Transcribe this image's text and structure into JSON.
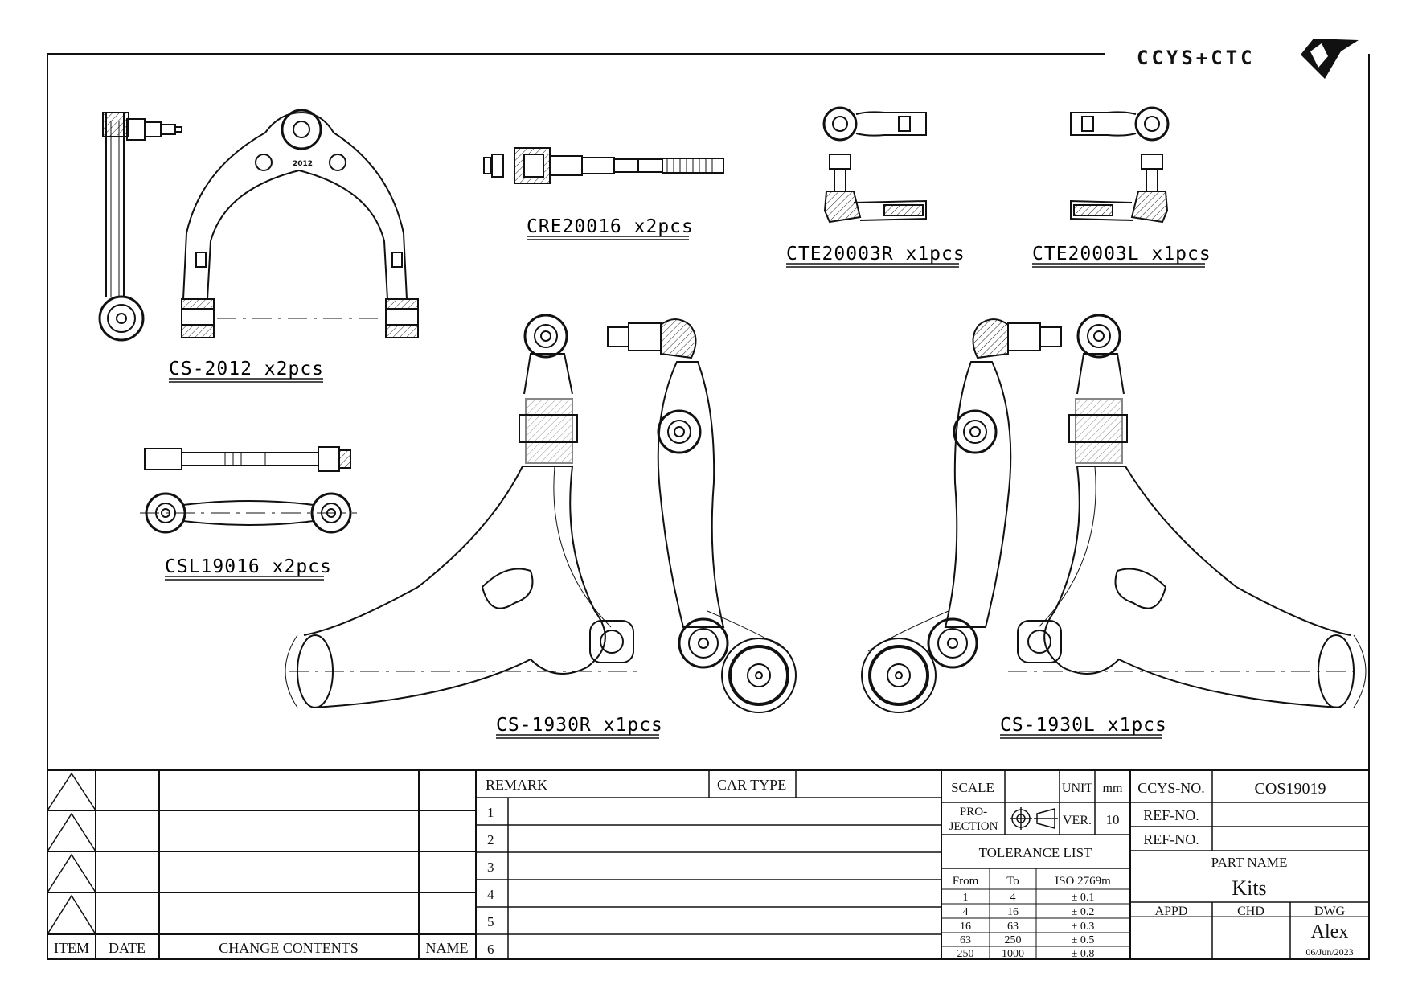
{
  "brand": {
    "logo_text": "CCYS+CTC"
  },
  "parts": [
    {
      "code": "CS-2012 x2pcs"
    },
    {
      "code": "CRE20016 x2pcs"
    },
    {
      "code": "CTE20003R x1pcs"
    },
    {
      "code": "CTE20003L x1pcs"
    },
    {
      "code": "CSL19016 x2pcs"
    },
    {
      "code": "CS-1930R x1pcs"
    },
    {
      "code": "CS-1930L x1pcs"
    }
  ],
  "part_stamp": "2012",
  "revision_table": {
    "headers": {
      "item": "ITEM",
      "date": "DATE",
      "change": "CHANGE CONTENTS",
      "name": "NAME"
    }
  },
  "remarks": {
    "remark_label": "REMARK",
    "car_type_label": "CAR TYPE",
    "rows": [
      "1",
      "2",
      "3",
      "4",
      "5",
      "6"
    ]
  },
  "spec": {
    "scale_label": "SCALE",
    "unit_label": "UNIT",
    "unit_value": "mm",
    "projection_label_1": "PRO-",
    "projection_label_2": "JECTION",
    "ver_label": "VER.",
    "ver_value": "10"
  },
  "tolerance": {
    "title": "TOLERANCE LIST",
    "headers": [
      "From",
      "To",
      "ISO 2769m"
    ],
    "rows": [
      [
        "1",
        "4",
        "± 0.1"
      ],
      [
        "4",
        "16",
        "± 0.2"
      ],
      [
        "16",
        "63",
        "± 0.3"
      ],
      [
        "63",
        "250",
        "± 0.5"
      ],
      [
        "250",
        "1000",
        "± 0.8"
      ]
    ]
  },
  "title_block": {
    "ccys_no_label": "CCYS-NO.",
    "ccys_no_value": "COS19019",
    "ref_no_label_1": "REF-NO.",
    "ref_no_label_2": "REF-NO.",
    "part_name_label": "PART NAME",
    "part_name_value": "Kits",
    "appd_label": "APPD",
    "chd_label": "CHD",
    "dwg_label": "DWG",
    "dwg_name": "Alex",
    "dwg_date": "06/Jun/2023"
  }
}
